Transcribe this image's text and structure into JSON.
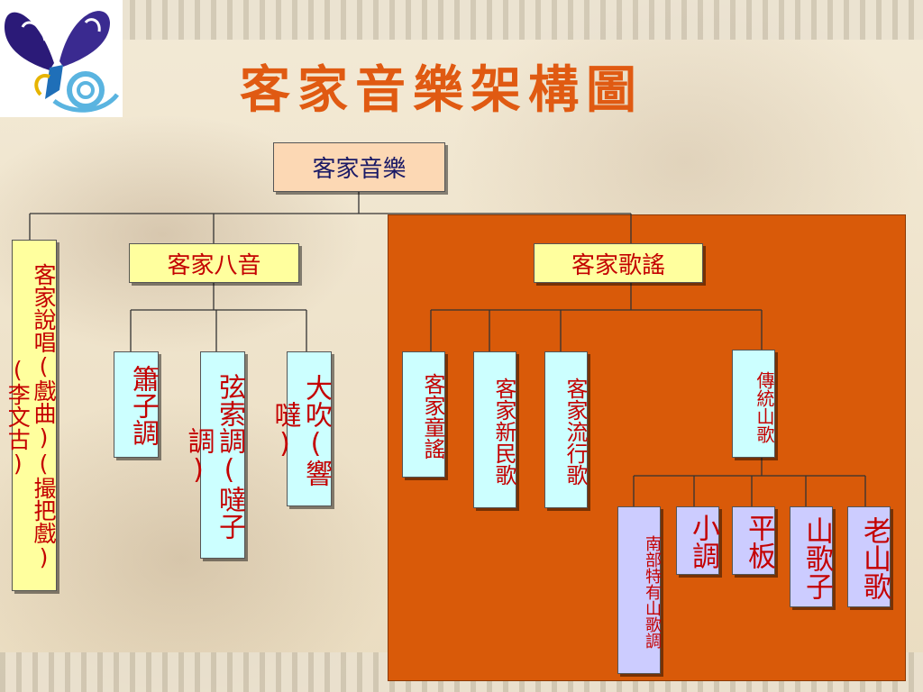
{
  "title": "客家音樂架構圖",
  "colors": {
    "title": "#e05a12",
    "panel": "#d95a09",
    "root_fill": "#fcd8b4",
    "category_fill": "#ffff9e",
    "leaf_fill": "#ccffff",
    "sub_leaf_fill": "#ccccff",
    "text_red": "#c40000",
    "text_navy": "#1a1a66"
  },
  "tree": {
    "root": "客家音樂",
    "shuochang": "客家說唱(戲曲)(撮把戲)(李文古)",
    "bayin": {
      "label": "客家八音",
      "children": [
        "簫子調",
        "弦索調(噠子調)",
        "大吹(響噠)"
      ]
    },
    "geyao": {
      "label": "客家歌謠",
      "children": [
        "客家童謠",
        "客家新民歌",
        "客家流行歌",
        "傳統山歌"
      ]
    },
    "shange": {
      "children": [
        "南部特有山歌調",
        "小調",
        "平板",
        "山歌子",
        "老山歌"
      ]
    }
  }
}
